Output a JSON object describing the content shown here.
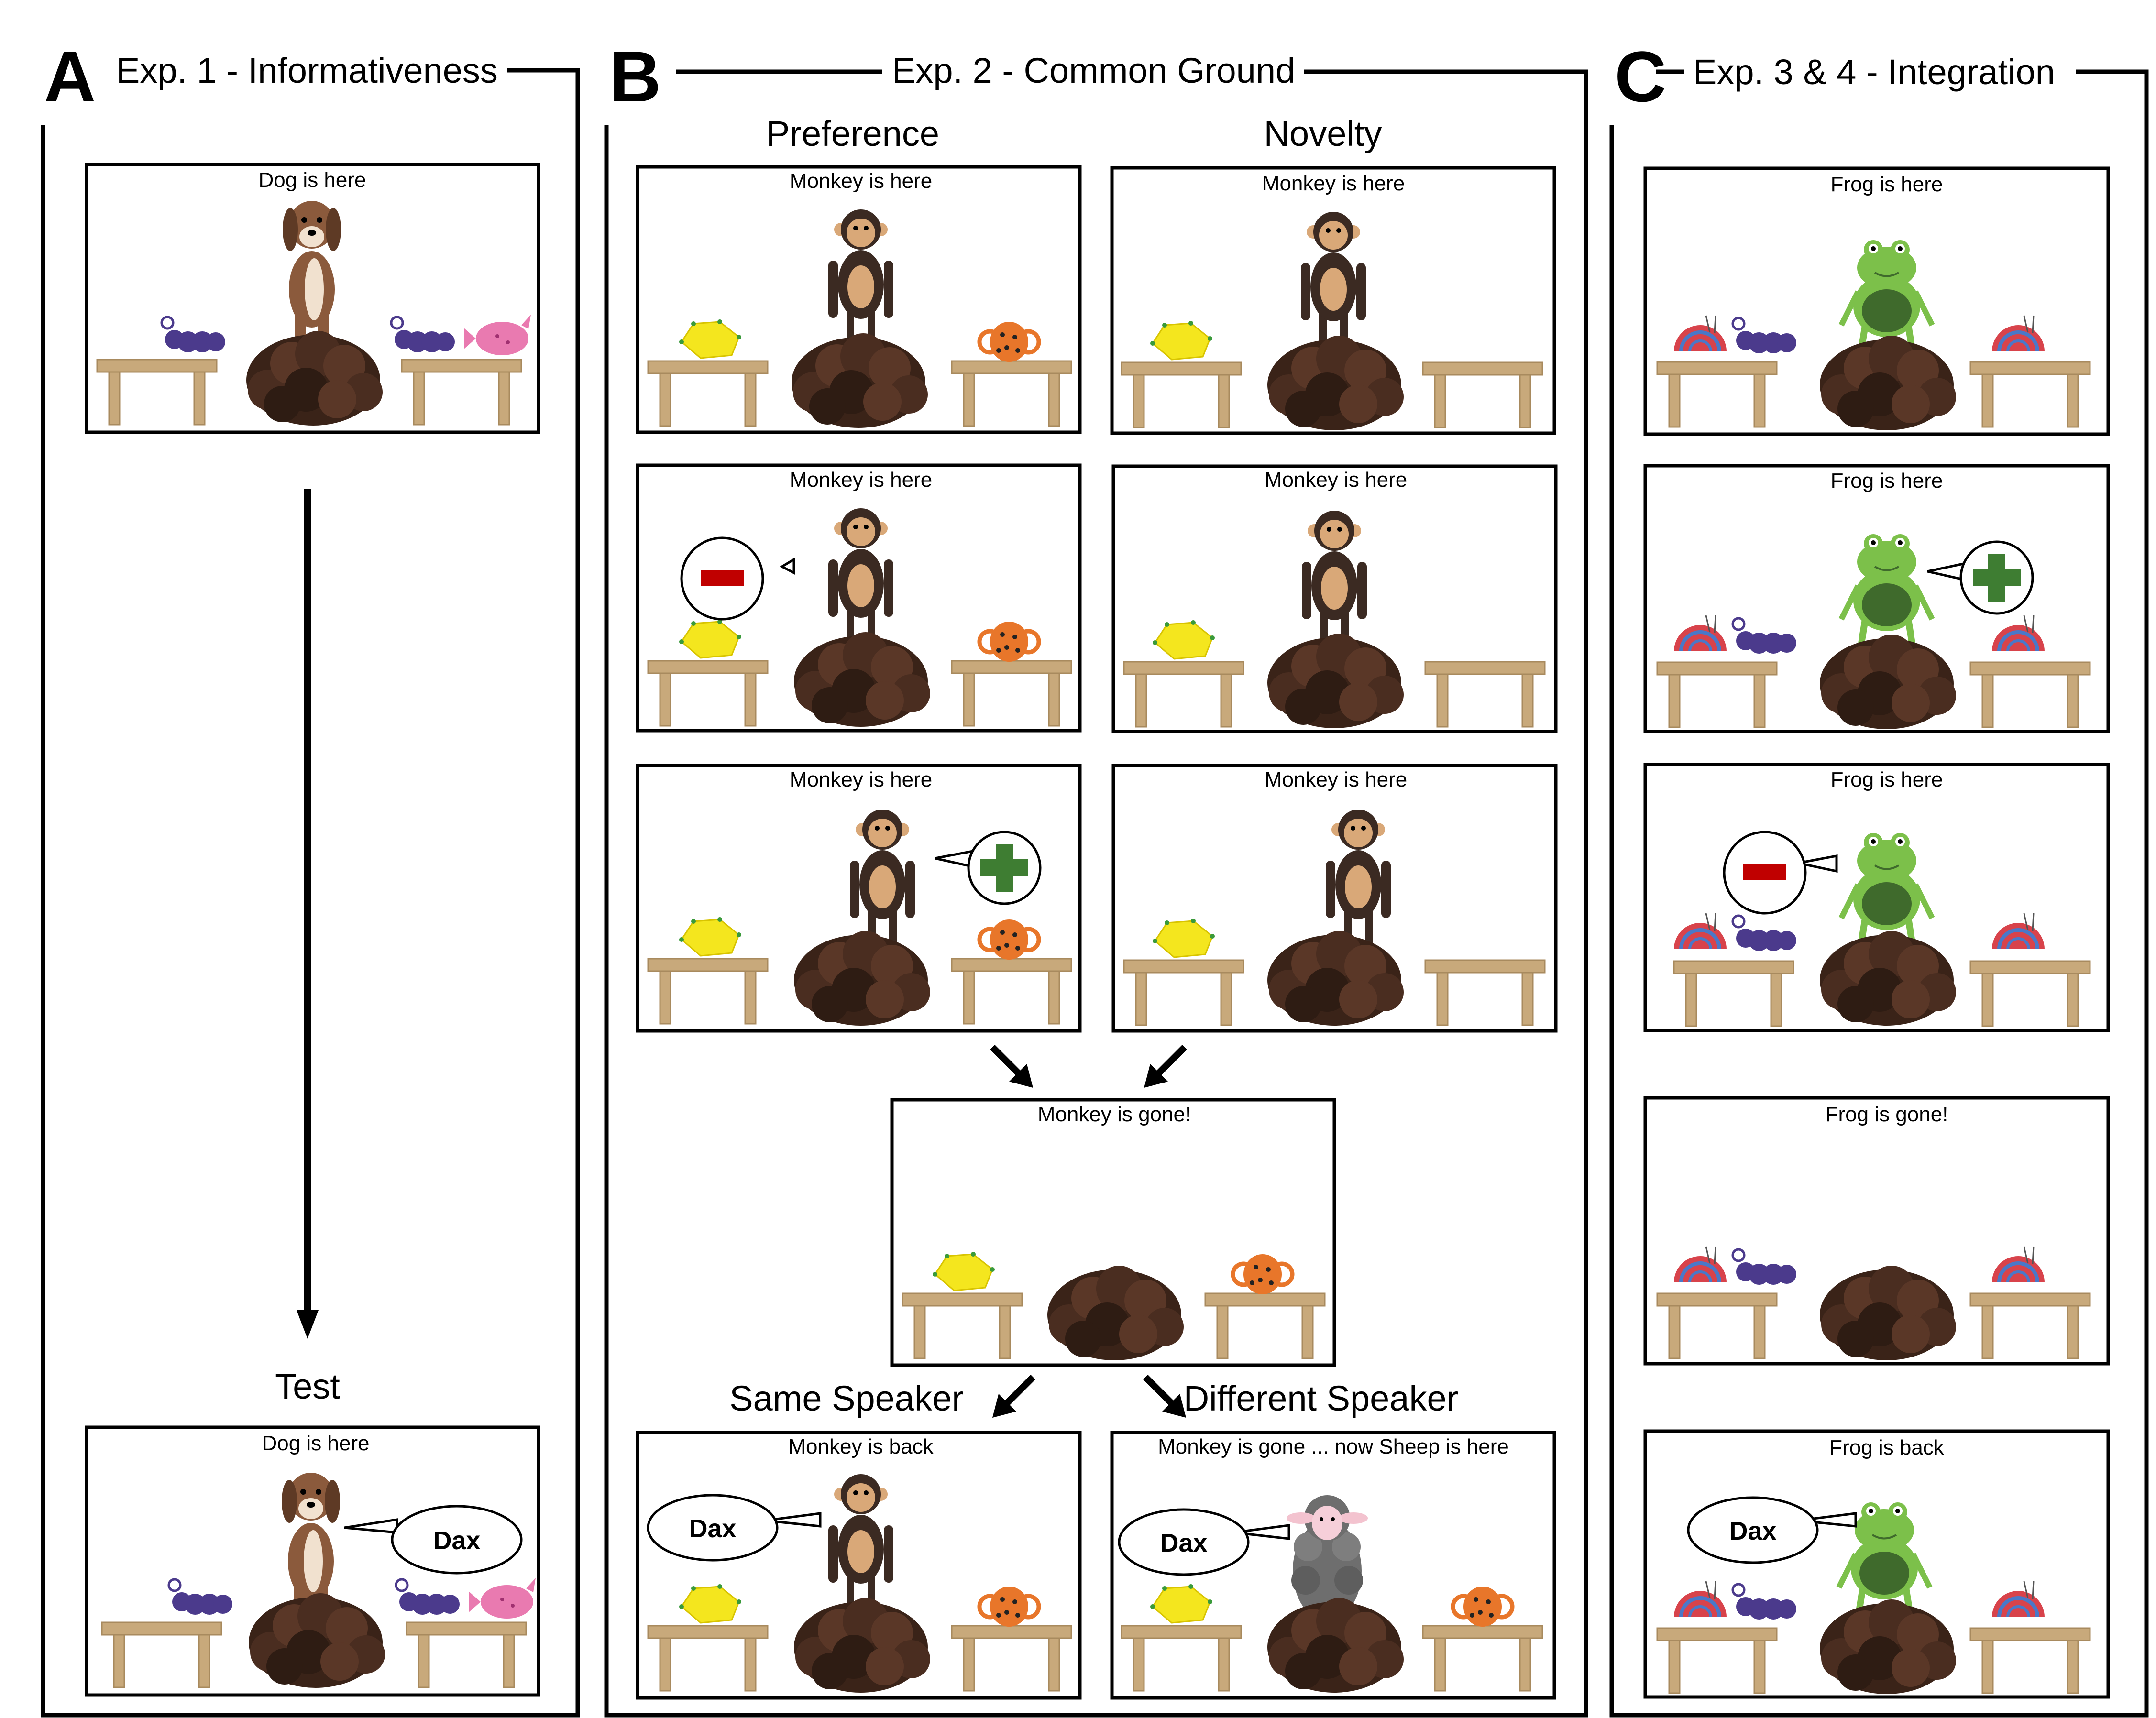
{
  "panels": {
    "a": {
      "letter": "A",
      "title": "Exp. 1 - Informativeness",
      "test_label": "Test"
    },
    "b": {
      "letter": "B",
      "title": "Exp. 2 - Common Ground",
      "col_preference": "Preference",
      "col_novelty": "Novelty",
      "same_speaker": "Same Speaker",
      "different_speaker": "Different Speaker"
    },
    "c": {
      "letter": "C",
      "title": "Exp. 3 & 4 - Integration"
    }
  },
  "captions": {
    "dog_here": "Dog is here",
    "monkey_here": "Monkey is here",
    "monkey_gone": "Monkey is gone!",
    "monkey_back": "Monkey is back",
    "sheep_here": "Monkey is gone ... now Sheep is here",
    "frog_here": "Frog is here",
    "frog_gone": "Frog is gone!",
    "frog_back": "Frog is back"
  },
  "bubble_word": "Dax",
  "colors": {
    "table": "#c8a97b",
    "table_dark": "#a88a5e",
    "mound": "#3a2318",
    "monkey": "#3b2a22",
    "monkey_face": "#d9a878",
    "dog": "#8b5a3c",
    "frog": "#7cc04a",
    "frog_dark": "#3f6a2c",
    "sheep": "#6e6e6e",
    "plus": "#3e7d32",
    "minus": "#c00000",
    "yellow_toy": "#f4e61e",
    "orange_toy": "#e8762a",
    "purple_toy": "#4b3a8c",
    "pink_toy": "#e97ab0",
    "snail_red": "#d8434b",
    "snail_blue": "#4a78c8"
  }
}
